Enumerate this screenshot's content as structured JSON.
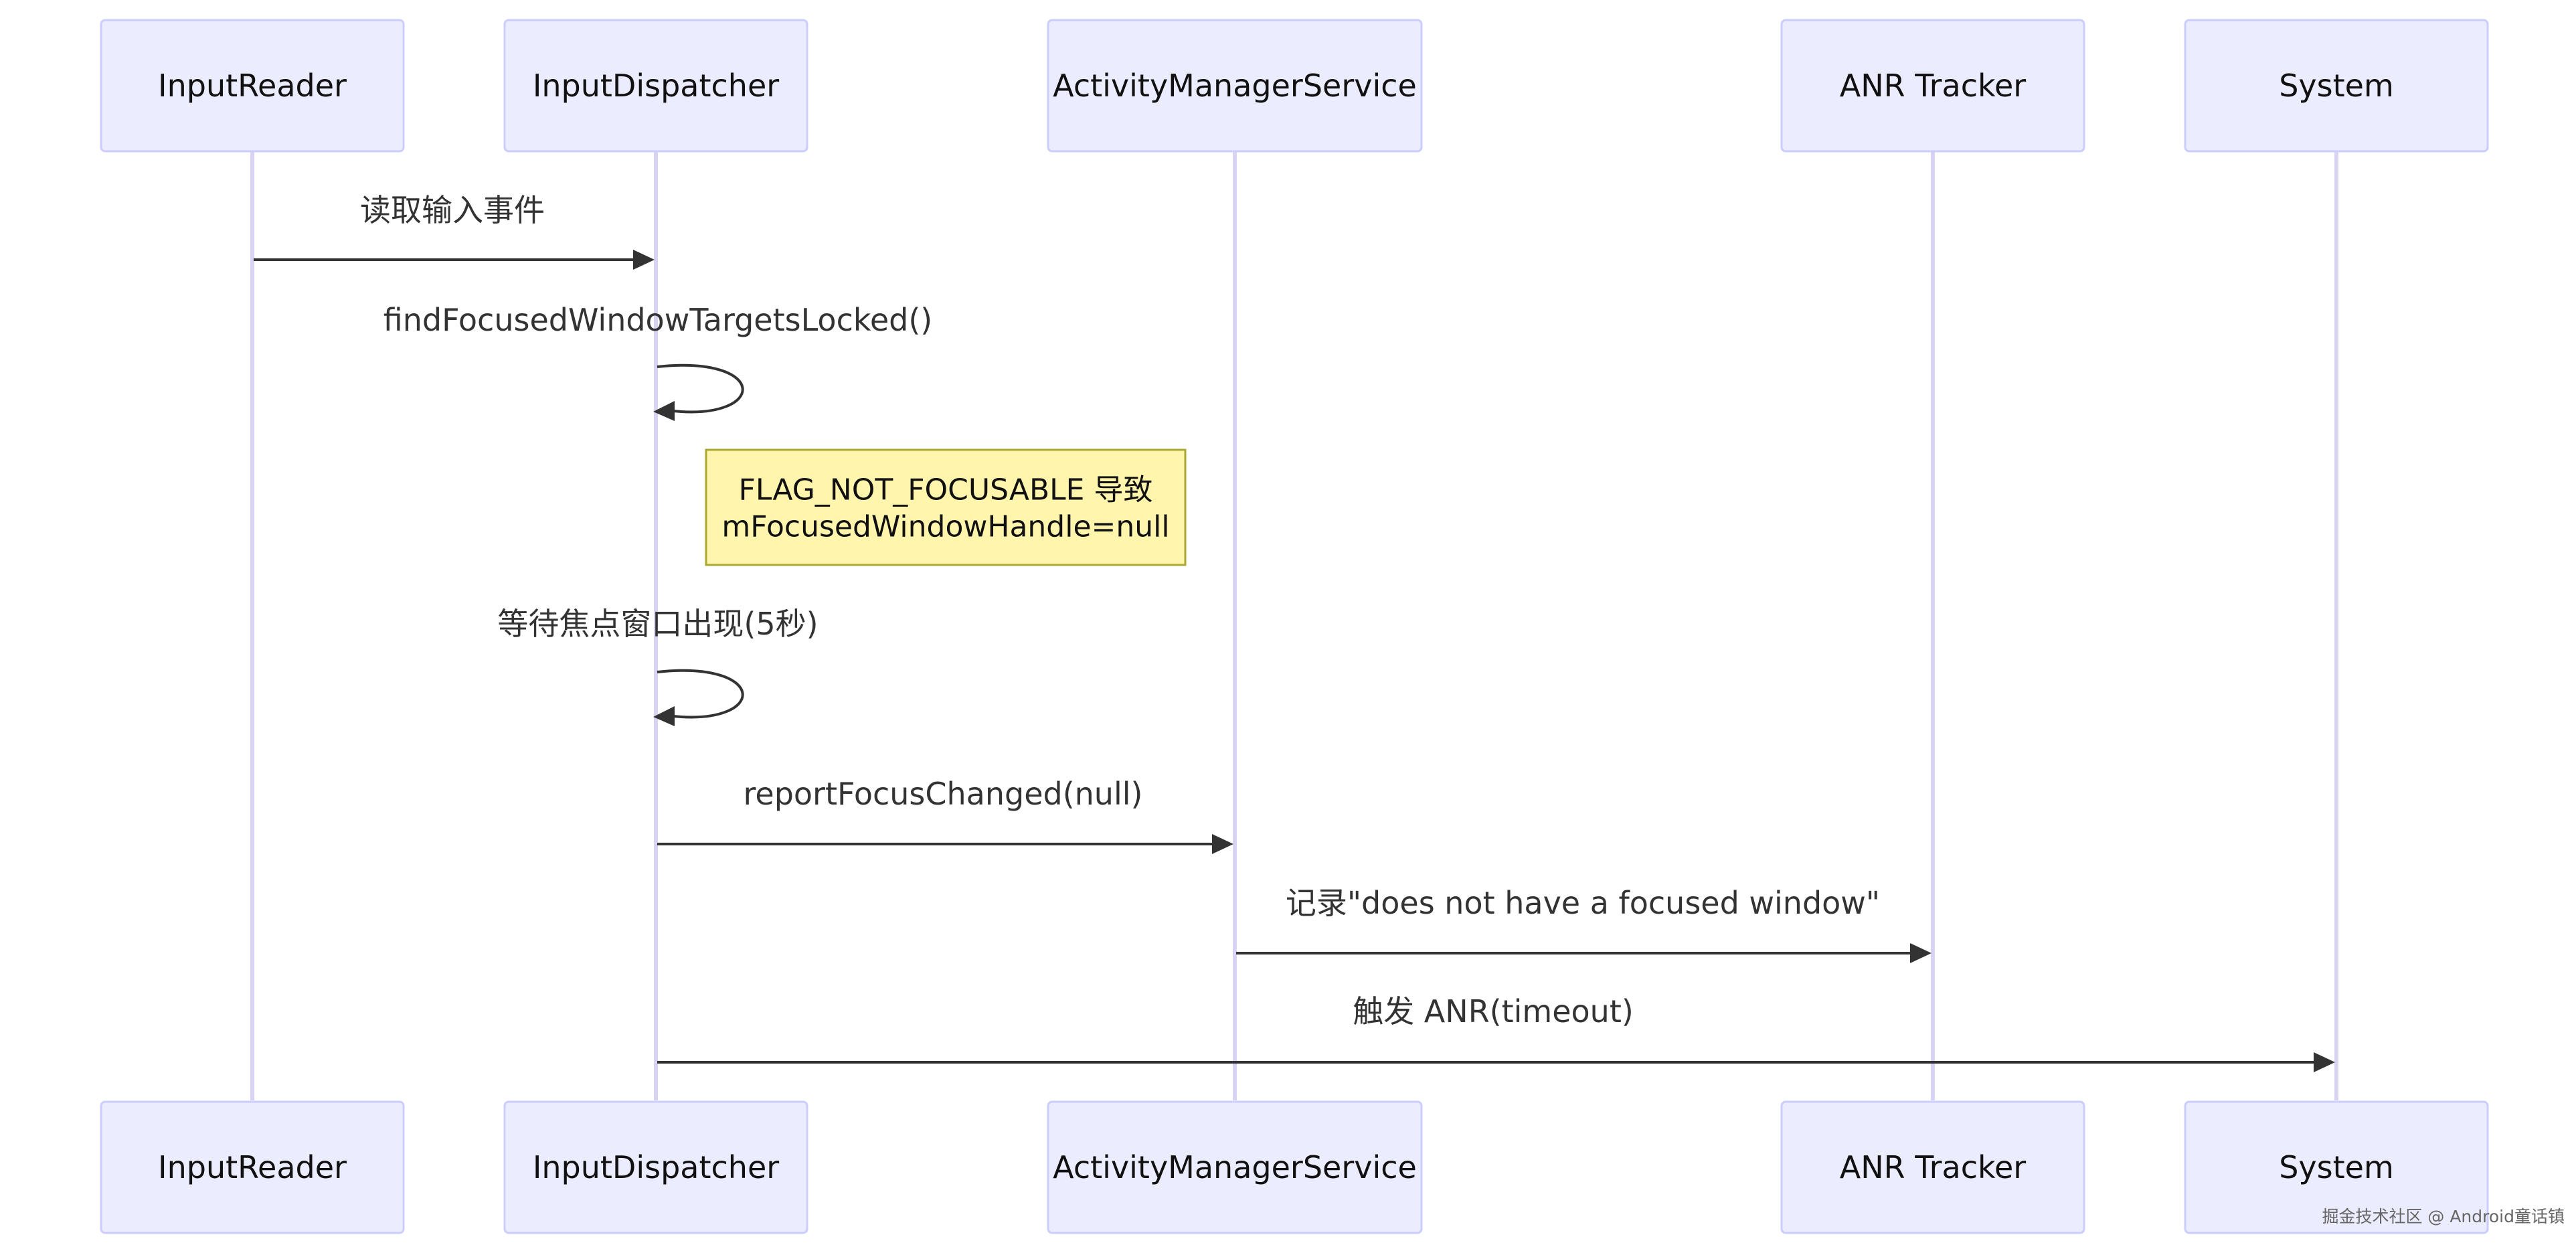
{
  "actors": [
    {
      "id": "reader",
      "label": "InputReader"
    },
    {
      "id": "dispatcher",
      "label": "InputDispatcher"
    },
    {
      "id": "ams",
      "label": "ActivityManagerService"
    },
    {
      "id": "anr",
      "label": "ANR Tracker"
    },
    {
      "id": "system",
      "label": "System"
    }
  ],
  "messages": [
    {
      "from": "reader",
      "to": "dispatcher",
      "label": "读取输入事件"
    },
    {
      "from": "dispatcher",
      "to": "dispatcher",
      "label": "findFocusedWindowTargetsLocked()"
    },
    {
      "from": "dispatcher",
      "to": "dispatcher",
      "label": "等待焦点窗口出现(5秒)"
    },
    {
      "from": "dispatcher",
      "to": "ams",
      "label": "reportFocusChanged(null)"
    },
    {
      "from": "ams",
      "to": "anr",
      "label": "记录\"does not have a focused window\""
    },
    {
      "from": "dispatcher",
      "to": "system",
      "label": "触发 ANR(timeout)"
    }
  ],
  "note": {
    "over": "dispatcher",
    "lines": [
      "FLAG_NOT_FOCUSABLE 导致",
      "mFocusedWindowHandle=null"
    ]
  },
  "watermark": "掘金技术社区 @ Android童话镇",
  "colors": {
    "actor_fill": "#ECECFF",
    "actor_border": "#CCCCFF",
    "lifeline": "#D8D2F3",
    "message": "#333333",
    "note_fill": "#FFF5AD",
    "note_border": "#AAAA33"
  }
}
